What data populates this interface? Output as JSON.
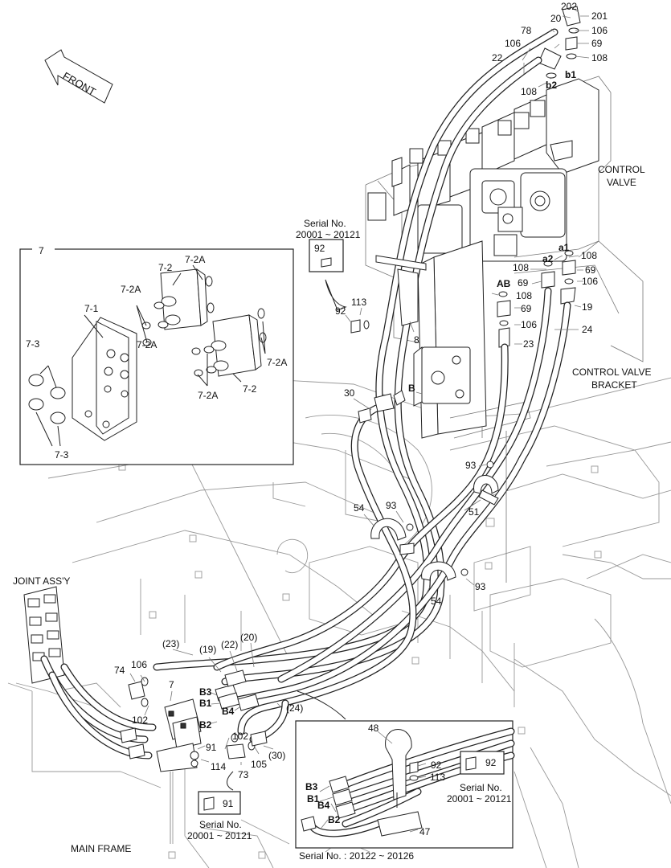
{
  "labels": {
    "front": "FRONT",
    "control_valve": [
      "CONTROL",
      "VALVE"
    ],
    "control_valve_bracket": [
      "CONTROL VALVE",
      "BRACKET"
    ],
    "joint_assy": "JOINT ASS'Y",
    "main_frame": "MAIN FRAME"
  },
  "ports": [
    "b1",
    "b2",
    "a1",
    "a2",
    "AB",
    "B",
    "B1",
    "B2",
    "B3",
    "B4"
  ],
  "callouts": [
    {
      "t": "202"
    },
    {
      "t": "201"
    },
    {
      "t": "20"
    },
    {
      "t": "106"
    },
    {
      "t": "78"
    },
    {
      "t": "69"
    },
    {
      "t": "106"
    },
    {
      "t": "108"
    },
    {
      "t": "22"
    },
    {
      "t": "108"
    },
    {
      "t": "108"
    },
    {
      "t": "69"
    },
    {
      "t": "108"
    },
    {
      "t": "106"
    },
    {
      "t": "69"
    },
    {
      "t": "19"
    },
    {
      "t": "108"
    },
    {
      "t": "69"
    },
    {
      "t": "106"
    },
    {
      "t": "24"
    },
    {
      "t": "23"
    },
    {
      "t": "92"
    },
    {
      "t": "113"
    },
    {
      "t": "8"
    },
    {
      "t": "30"
    },
    {
      "t": "93"
    },
    {
      "t": "51"
    },
    {
      "t": "54"
    },
    {
      "t": "93"
    },
    {
      "t": "93"
    },
    {
      "t": "54"
    },
    {
      "t": "(23)"
    },
    {
      "t": "(19)"
    },
    {
      "t": "(22)"
    },
    {
      "t": "(20)"
    },
    {
      "t": "74"
    },
    {
      "t": "106"
    },
    {
      "t": "7"
    },
    {
      "t": "102"
    },
    {
      "t": "102"
    },
    {
      "t": "91"
    },
    {
      "t": "105"
    },
    {
      "t": "(30)"
    },
    {
      "t": "73"
    },
    {
      "t": "114"
    },
    {
      "t": "(24)"
    },
    {
      "t": "48"
    },
    {
      "t": "92"
    },
    {
      "t": "113"
    },
    {
      "t": "47"
    }
  ],
  "inset_assembly": {
    "number": "7",
    "labels": [
      "7-2A",
      "7-2",
      "7-2A",
      "7-1",
      "7-2A",
      "7-3",
      "7-2A",
      "7-2A",
      "7-2",
      "7-3"
    ]
  },
  "serial_boxes": [
    {
      "title": "Serial No.",
      "range": "20001 ~ 20121",
      "part": "92"
    },
    {
      "title": "Serial No.",
      "range": "20001 ~ 20121",
      "part": "91"
    },
    {
      "title": "Serial No.",
      "range": "20001 ~ 20121",
      "part": "92"
    }
  ],
  "inset_detail": {
    "serial": "Serial No. : 20122 ~ 20126"
  }
}
